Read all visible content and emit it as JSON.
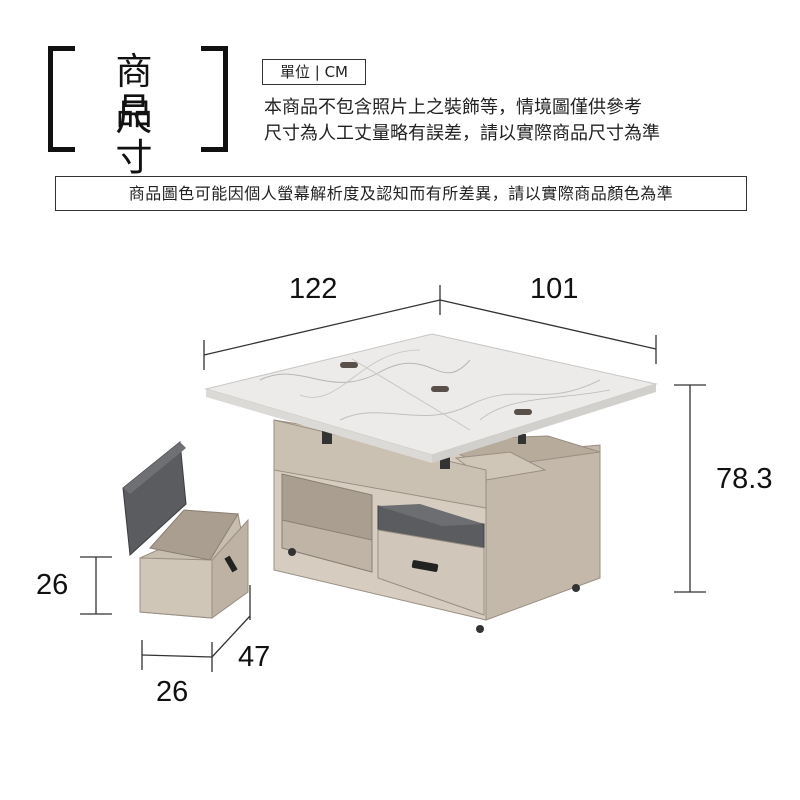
{
  "header": {
    "title_line1": "商品",
    "title_line2": "尺寸",
    "unit_label": "單位 | CM",
    "note_line1": "本商品不包含照片上之裝飾等，情境圖僅供參考",
    "note_line2": "尺寸為人工丈量略有誤差，請以實際商品尺寸為準"
  },
  "color_note": "商品圖色可能因個人螢幕解析度及認知而有所差異，請以實際商品顏色為準",
  "dimensions": {
    "table_width": "122",
    "table_depth": "101",
    "table_height": "78.3",
    "stool_height": "26",
    "stool_length": "47",
    "stool_width": "26"
  },
  "colors": {
    "marble": "#ecebea",
    "wood": "#c8beb0",
    "wood_dark": "#a99e90",
    "cushion": "#5a5c60"
  }
}
